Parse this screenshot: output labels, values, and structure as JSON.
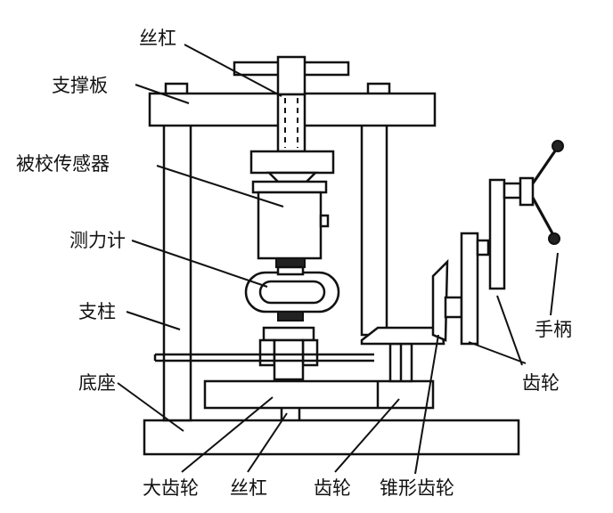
{
  "labels": {
    "top_screw": "丝杠",
    "support_plate": "支撑板",
    "sensor": "被校传感器",
    "dynamometer": "测力计",
    "column": "支柱",
    "base": "底座",
    "big_gear": "大齿轮",
    "bottom_screw": "丝杠",
    "gear_bottom": "齿轮",
    "bevel_gear": "锥形齿轮",
    "handle": "手柄",
    "gear_right": "齿轮"
  },
  "colors": {
    "ink": "#111111",
    "paper": "#ffffff"
  }
}
